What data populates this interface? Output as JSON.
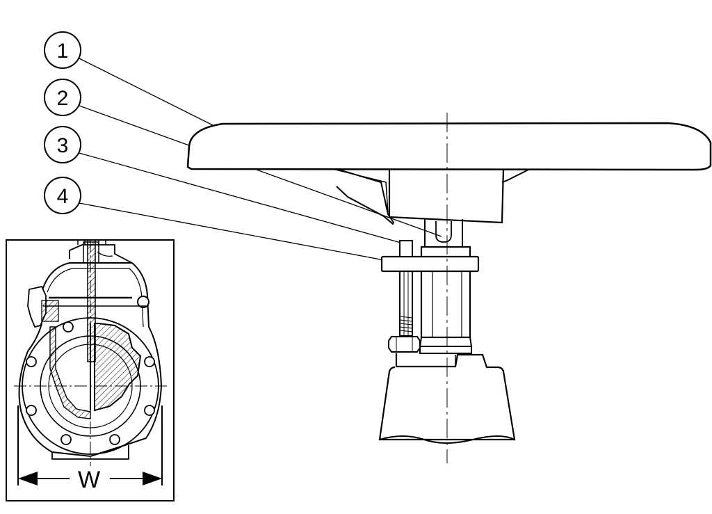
{
  "callouts": [
    {
      "id": 1,
      "label": "1"
    },
    {
      "id": 2,
      "label": "2"
    },
    {
      "id": 3,
      "label": "3"
    },
    {
      "id": 4,
      "label": "4"
    }
  ],
  "inset": {
    "dimension_label": "W"
  }
}
